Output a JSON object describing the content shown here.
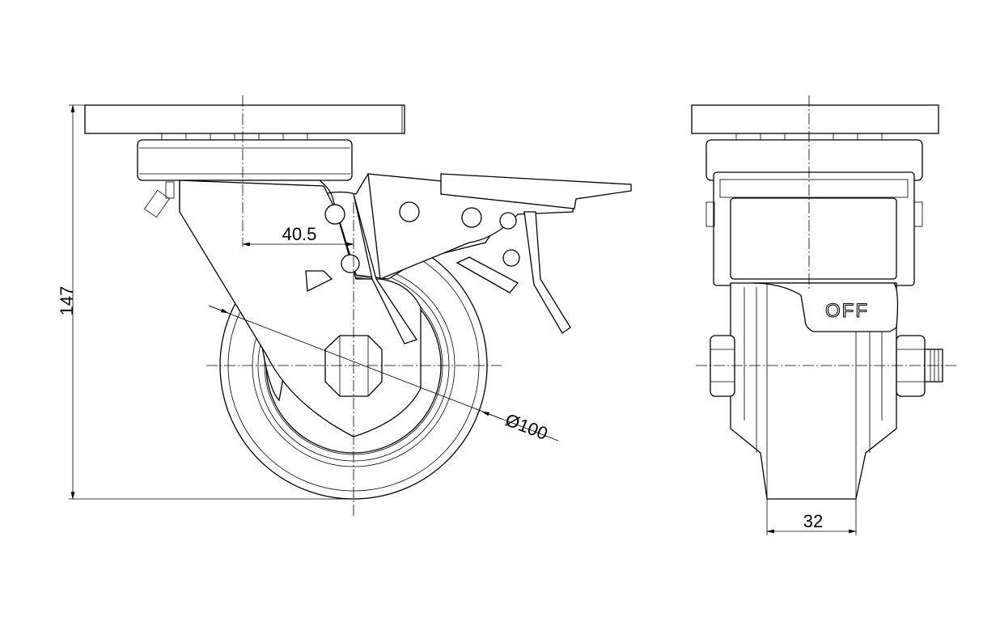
{
  "drawing": {
    "title": "Swivel castor with total brake - side and front views",
    "dimensions": {
      "overall_height": "147",
      "swivel_offset": "40.5",
      "wheel_diameter": "Ø100",
      "wheel_width": "32"
    },
    "brake_label": "OFF"
  }
}
